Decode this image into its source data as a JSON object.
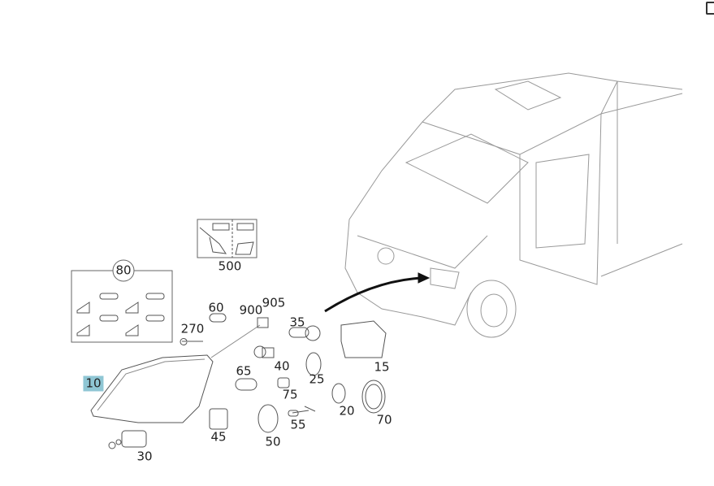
{
  "diagram": {
    "highlight_color": "#8fc6d4",
    "callouts": {
      "p80": "80",
      "p500": "500",
      "p60": "60",
      "p900": "900",
      "p905": "905",
      "p270": "270",
      "p35": "35",
      "p40": "40",
      "p65": "65",
      "p10": "10",
      "p15": "15",
      "p25": "25",
      "p75": "75",
      "p20": "20",
      "p70": "70",
      "p45": "45",
      "p55": "55",
      "p50": "50",
      "p30": "30"
    }
  }
}
